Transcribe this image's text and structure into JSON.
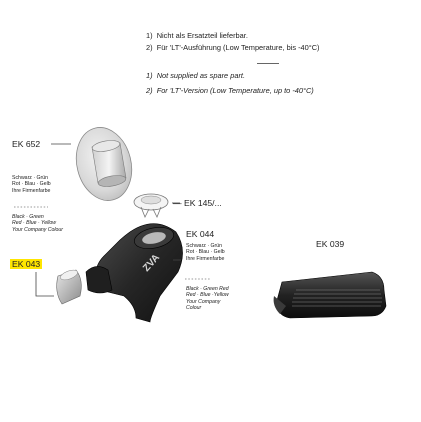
{
  "notes_de": [
    {
      "num": "1)",
      "text": "Nicht als Ersatzteil lieferbar."
    },
    {
      "num": "2)",
      "text": "Für 'LT'-Ausführung (Low Temperature, bis -40°C)"
    }
  ],
  "notes_en": [
    {
      "num": "1)",
      "text": "Not supplied as spare part."
    },
    {
      "num": "2)",
      "text": "For 'LT'-Version (Low Temperature, up to -40°C)"
    }
  ],
  "parts": {
    "ek652": {
      "code": "EK 652",
      "de": [
        "Schwarz · Grün",
        "Rot · Blau · Gelb",
        "Ihre Firmenfarbe"
      ],
      "en": [
        "Black · Green",
        "Red · Blue · Yellow",
        "Your Company Colour"
      ]
    },
    "ek145": {
      "code": "EK 145/..."
    },
    "ek044": {
      "code": "EK 044",
      "de": [
        "Schwarz · Grün",
        "Rot · Blau · Gelb",
        "Ihre Firmenfarbe"
      ],
      "en": [
        "Black · Green Red",
        "Red · Blue ·Yellow",
        "Your Company",
        "Colour"
      ]
    },
    "ek043": {
      "code": "EK 043"
    },
    "ek039": {
      "code": "EK 039"
    }
  },
  "brand_mark": "ZVA",
  "colors": {
    "highlight": "#ffe600",
    "rubber": "#2a2a2a",
    "grey": "#9a9a9a"
  }
}
